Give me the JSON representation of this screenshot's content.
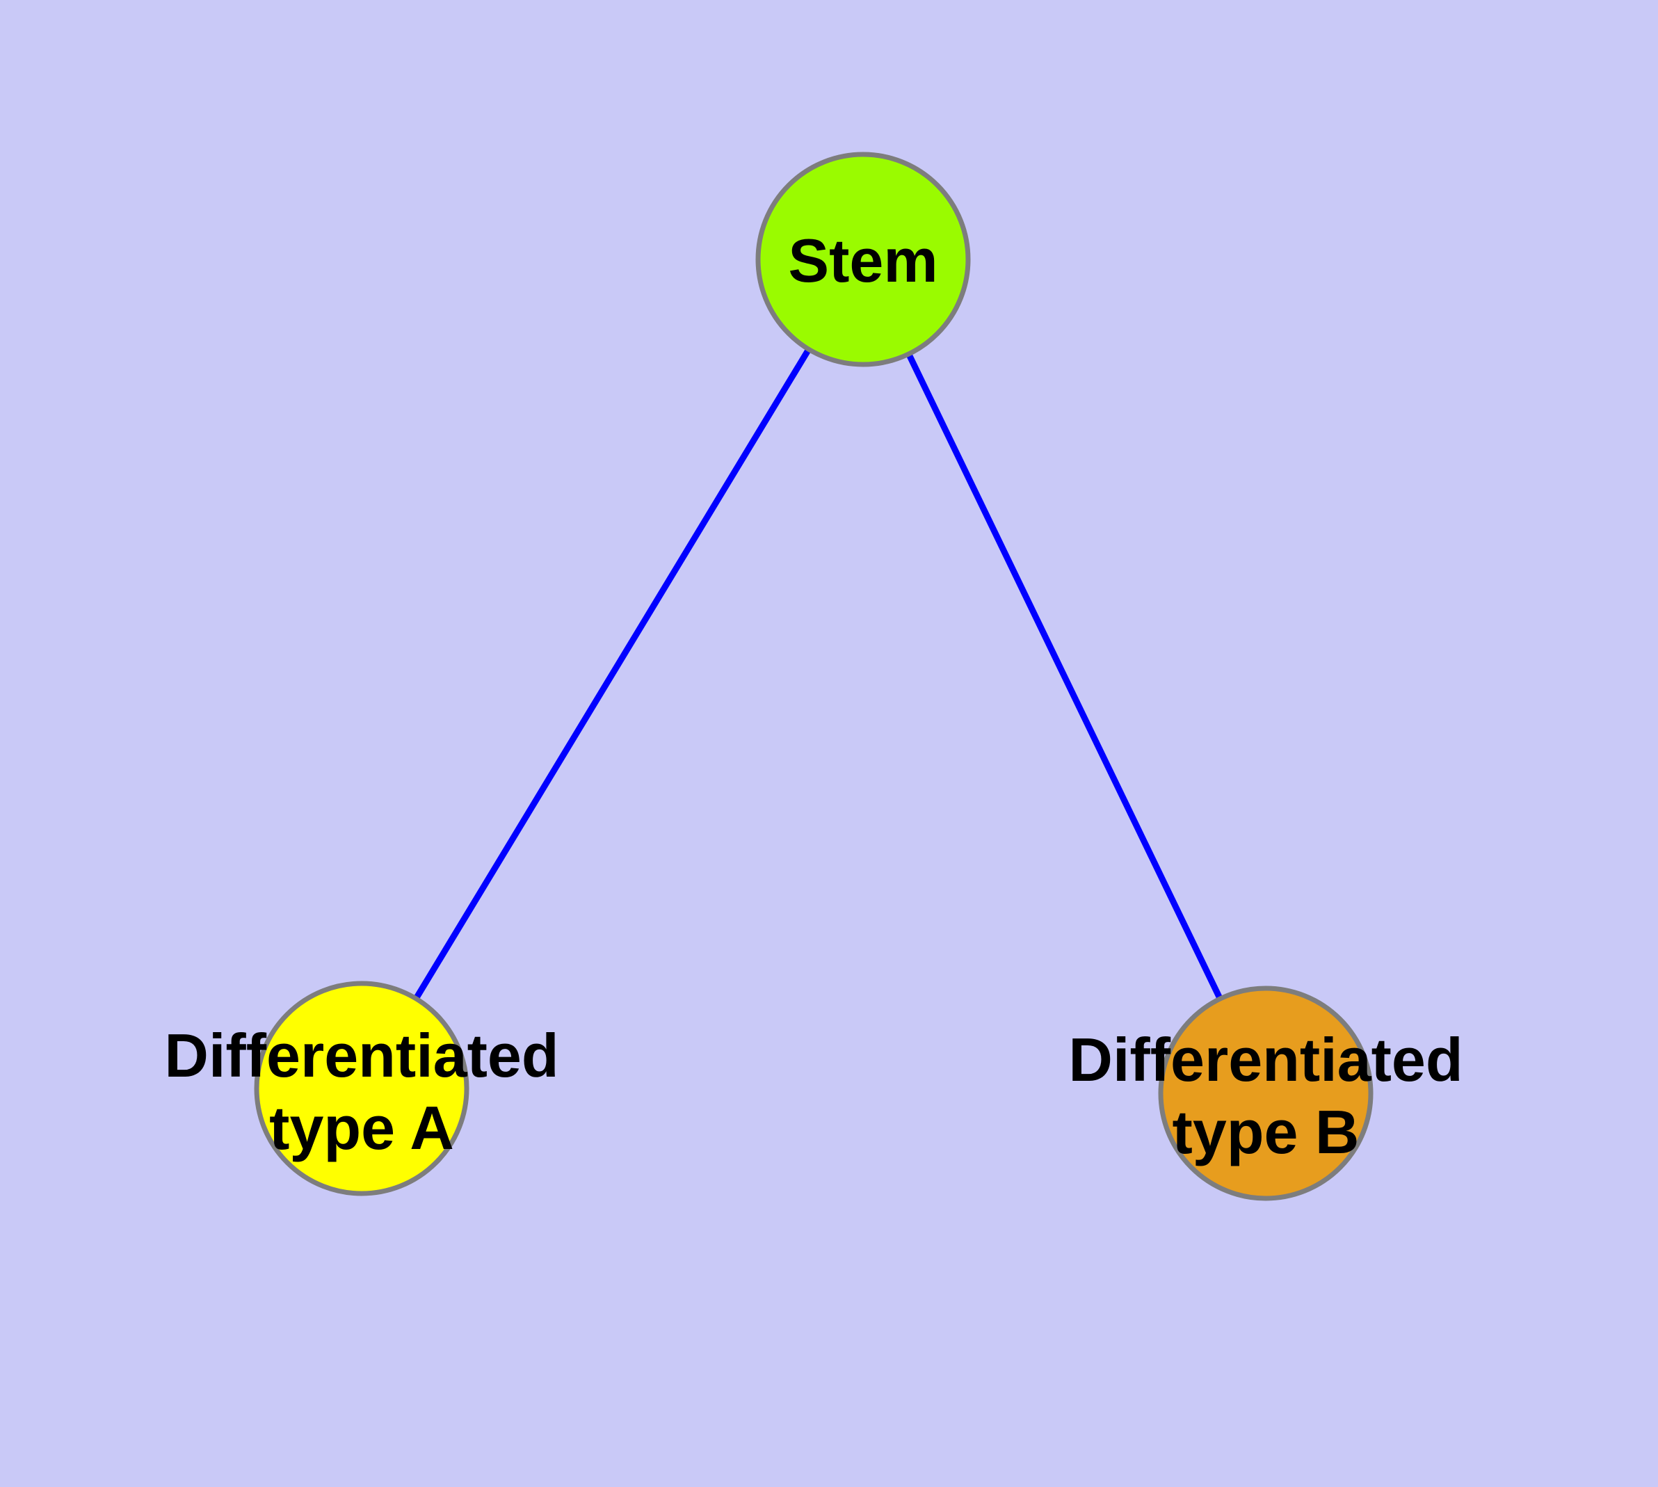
{
  "diagram": {
    "type": "graph",
    "description": "Stem cell differentiation tree with one root node and two child nodes",
    "colors": {
      "background": "#c9c9f7",
      "edge": "#0000ff",
      "node_border": "#7d7d7d",
      "label_text": "#000000"
    },
    "nodes": [
      {
        "id": "stem",
        "label": "Stem",
        "label_lines": [
          "Stem"
        ],
        "color": "#9afb00"
      },
      {
        "id": "differentiated-type-a",
        "label": "Differentiated type A",
        "label_lines": [
          "Differentiated",
          "type A"
        ],
        "color": "#ffff00"
      },
      {
        "id": "differentiated-type-b",
        "label": "Differentiated type B",
        "label_lines": [
          "Differentiated",
          "type B"
        ],
        "color": "#e79d1e"
      }
    ],
    "edges": [
      {
        "from": "Stem",
        "to": "Differentiated type A"
      },
      {
        "from": "Stem",
        "to": "Differentiated type B"
      }
    ]
  }
}
